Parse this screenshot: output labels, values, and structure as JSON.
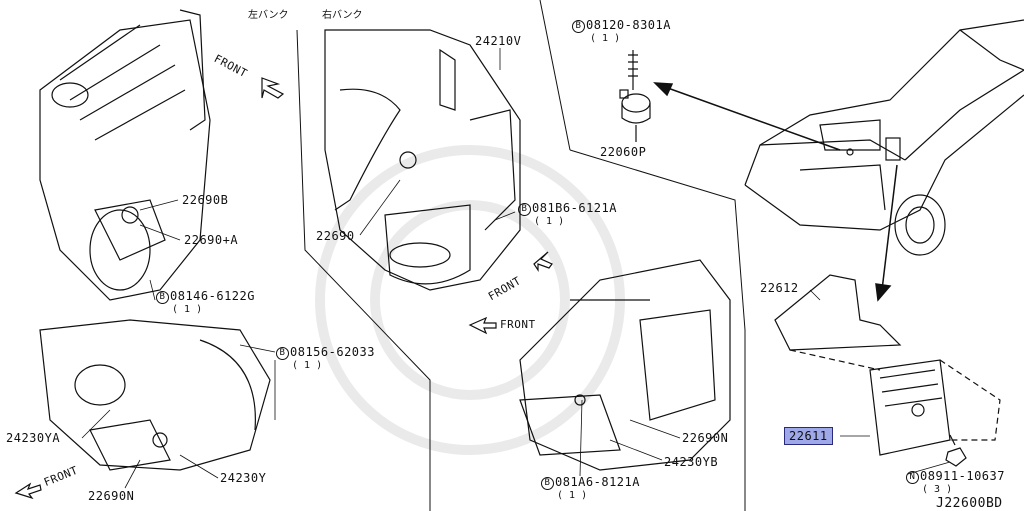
{
  "headers": {
    "left_bank": "左バンク",
    "right_bank": "右バンク"
  },
  "front_labels": [
    "FRONT",
    "FRONT",
    "FRONT",
    "FRONT"
  ],
  "parts": {
    "p22690b": "22690B",
    "p22690a": "22690+A",
    "b08146": "08146-6122G",
    "b08146_qty": "( 1 )",
    "b08156": "08156-62033",
    "b08156_qty": "( 1 )",
    "p24230ya": "24230YA",
    "p24230y": "24230Y",
    "p22690n_left": "22690N",
    "p24210v": "24210V",
    "p22690": "22690",
    "b081b6": "081B6-6121A",
    "b081b6_qty": "( 1 )",
    "p22690n_right": "22690N",
    "p24230yb": "24230YB",
    "b081a6": "081A6-8121A",
    "b081a6_qty": "( 1 )",
    "b08120": "08120-8301A",
    "b08120_qty": "( 1 )",
    "p22060p": "22060P",
    "p22612": "22612",
    "p22611": "22611",
    "n08911": "08911-10637",
    "n08911_qty": "( 3 )"
  },
  "bolt_symbols": {
    "b": "B",
    "n": "N"
  },
  "drawing_code": "J22600BD",
  "colors": {
    "highlight": "#9fa8e8",
    "line": "#111111",
    "background": "#ffffff"
  }
}
